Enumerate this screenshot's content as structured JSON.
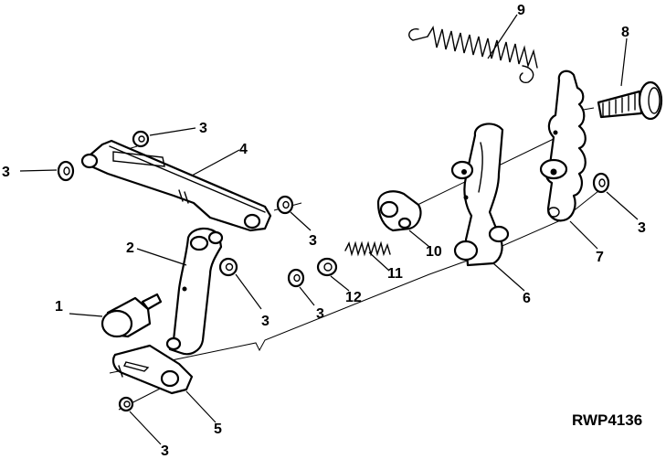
{
  "callouts": {
    "c1": "1",
    "c2": "2",
    "c3_a": "3",
    "c3_b": "3",
    "c3_c": "3",
    "c3_d": "3",
    "c3_e": "3",
    "c3_f": "3",
    "c3_g": "3",
    "c4": "4",
    "c5": "5",
    "c6": "6",
    "c7": "7",
    "c8": "8",
    "c9": "9",
    "c10": "10",
    "c11": "11",
    "c12": "12"
  },
  "drawing_code": "RWP4136"
}
